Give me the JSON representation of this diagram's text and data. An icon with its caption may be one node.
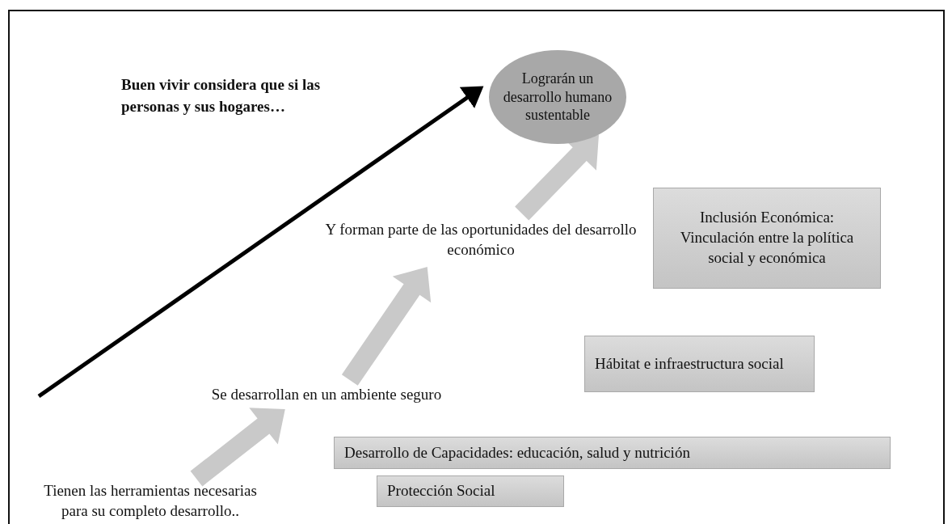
{
  "diagram": {
    "nodes": [
      {
        "text": [
          "Lograrán un desarrollo humano sustentable"
        ]
      },
      {
        "text": [
          "Inclusión Económica: Vinculación entre la política social y económica"
        ]
      },
      {
        "text": [
          "Y forman parte de las oportunidades del desarrollo económico"
        ]
      },
      {
        "text": [
          "Se desarrollan en un ambiente seguro"
        ]
      },
      {
        "text": [
          "Hábitat e infraestructura social"
        ]
      },
      {
        "text": [
          "Desarrollo de Capacidades: educación, salud y nutrición"
        ]
      },
      {
        "text": [
          "Tienen las herramientas necesarias para su completo desarrollo.."
        ]
      },
      {
        "text": [
          "Protección Social"
        ]
      }
    ],
    "edges": [
      {
        "from": 6,
        "to": 3,
        "arrow": "to",
        "style": "thick",
        "color": "#c9c9c9"
      },
      {
        "from": 3,
        "to": 2,
        "arrow": "to",
        "style": "thick",
        "color": "#c9c9c9"
      },
      {
        "from": 2,
        "to": 0,
        "arrow": "to",
        "style": "thick",
        "color": "#c9c9c9"
      }
    ],
    "labels": [
      "Buen vivir considera que si las personas y sus hogares…"
    ]
  }
}
